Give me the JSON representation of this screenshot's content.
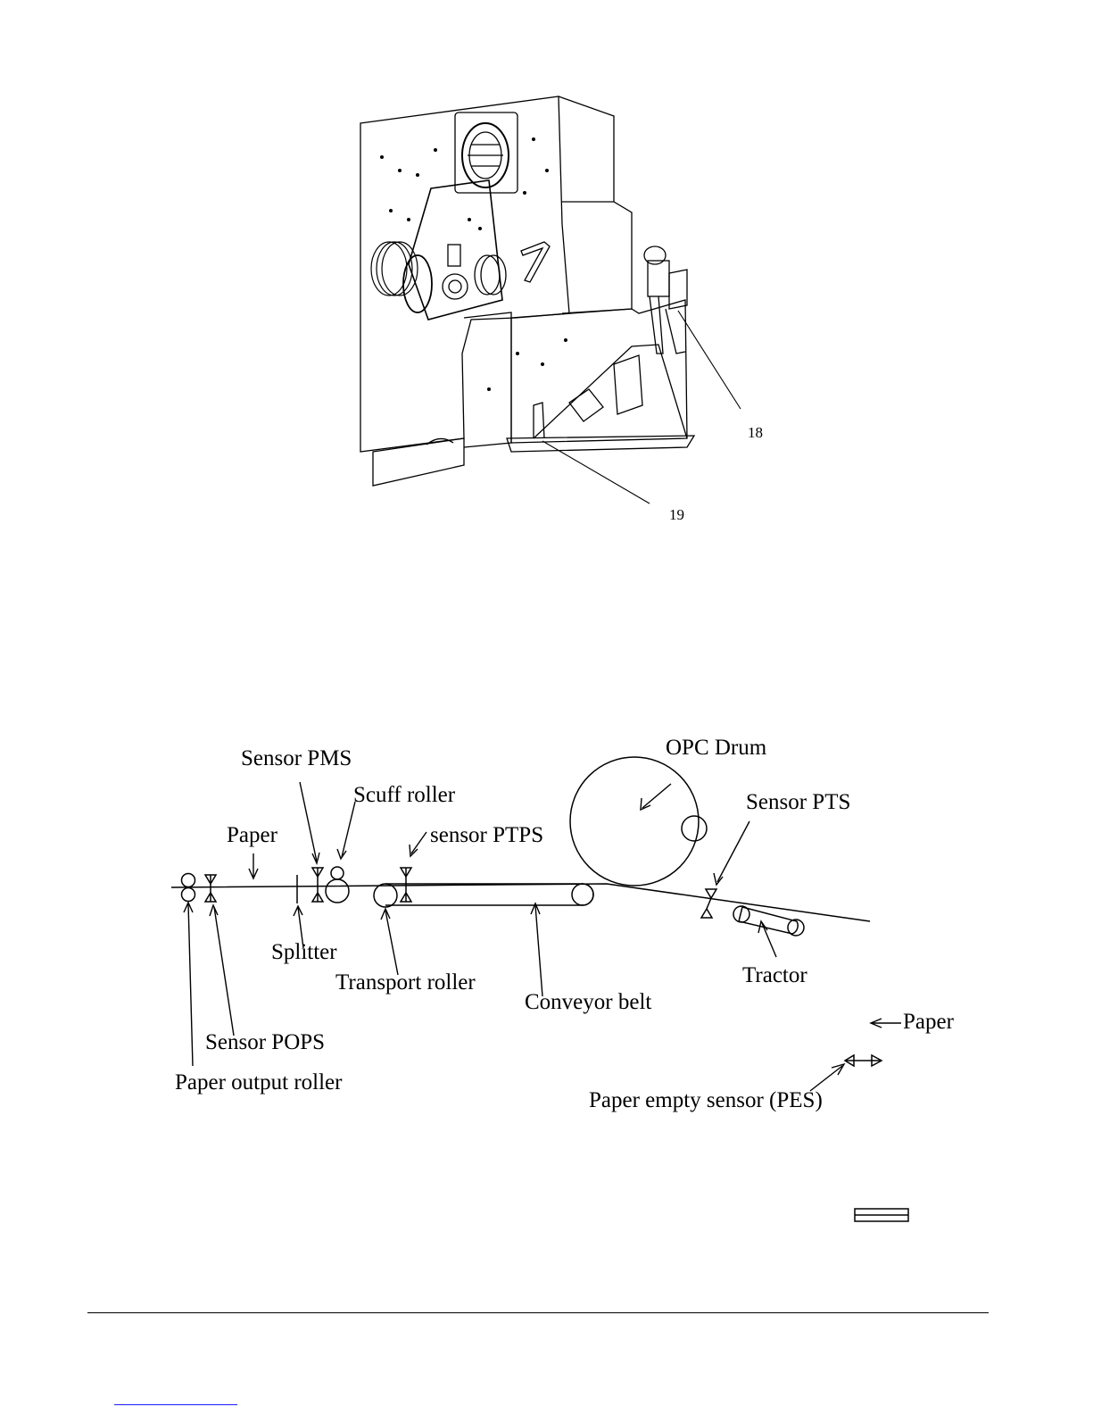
{
  "figure_top": {
    "callouts": [
      "18",
      "19"
    ]
  },
  "figure_bottom": {
    "labels": {
      "sensor_pms": "Sensor PMS",
      "scuff_roller": "Scuff roller",
      "paper_top": "Paper",
      "sensor_ptps": "sensor PTPS",
      "opc_drum": "OPC Drum",
      "sensor_pts": "Sensor PTS",
      "splitter": "Splitter",
      "transport_roller": "Transport  roller",
      "conveyor_belt": "Conveyor belt",
      "tractor": "Tractor",
      "paper_right": "Paper",
      "sensor_pops": "Sensor POPS",
      "paper_output_roller": "Paper output roller",
      "paper_empty_sensor": "Paper empty sensor (PES)"
    }
  }
}
